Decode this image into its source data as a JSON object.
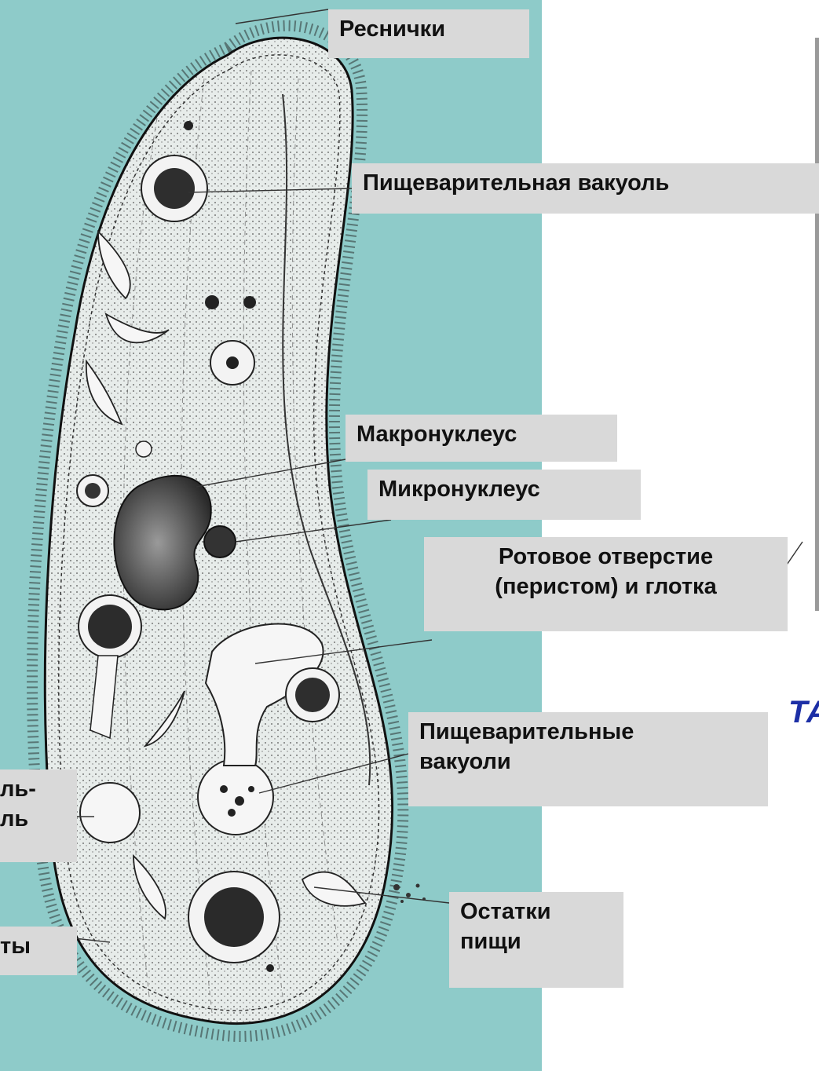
{
  "labels": {
    "cilia": "Реснички",
    "digestive_vacuole": "Пищеварительная вакуоль",
    "macronucleus": "Макронуклеус",
    "micronucleus": "Микронуклеус",
    "mouth_line1": "Ротовое отверстие",
    "mouth_line2": "(перистом) и глотка",
    "digestive_vacuoles_line1": "Пищеварительные",
    "digestive_vacuoles_line2": "вакуоли",
    "contractile_line1": "ль-",
    "contractile_line2": "ль",
    "trichocysts": "ты",
    "food_remains_line1": "Остатки",
    "food_remains_line2": "пищи"
  },
  "partial_heading": "ТА",
  "colors": {
    "panel": "#8ecbc9",
    "label_bg": "#d9d9d9",
    "heading": "#1c2fa6"
  }
}
